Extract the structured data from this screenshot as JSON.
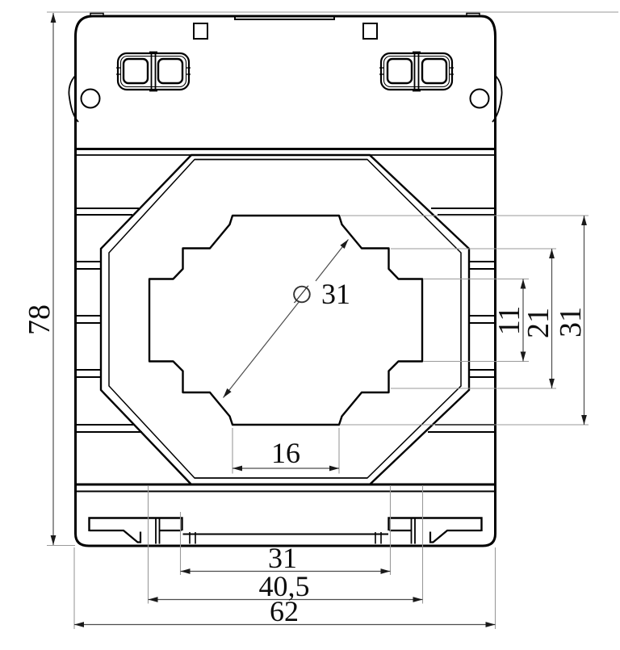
{
  "drawing": {
    "kind": "technical-dimension-drawing",
    "view": "front view of DIN-rail mounted current-transformer housing",
    "units": "mm",
    "dims": {
      "overall_height": "78",
      "aperture_diameter_symbol": "∅",
      "aperture_diameter": "31",
      "right_inner": "11",
      "right_middle": "21",
      "right_outer": "31",
      "aperture_flat_width": "16",
      "bottom_inner": "31",
      "bottom_middle": "40,5",
      "bottom_outer": "62"
    },
    "colors": {
      "body_line": "#000000",
      "dimension_line": "#4d4d4d",
      "extension_line": "#9a9a9a",
      "text": "#0d0d0d",
      "background": "#ffffff"
    }
  }
}
